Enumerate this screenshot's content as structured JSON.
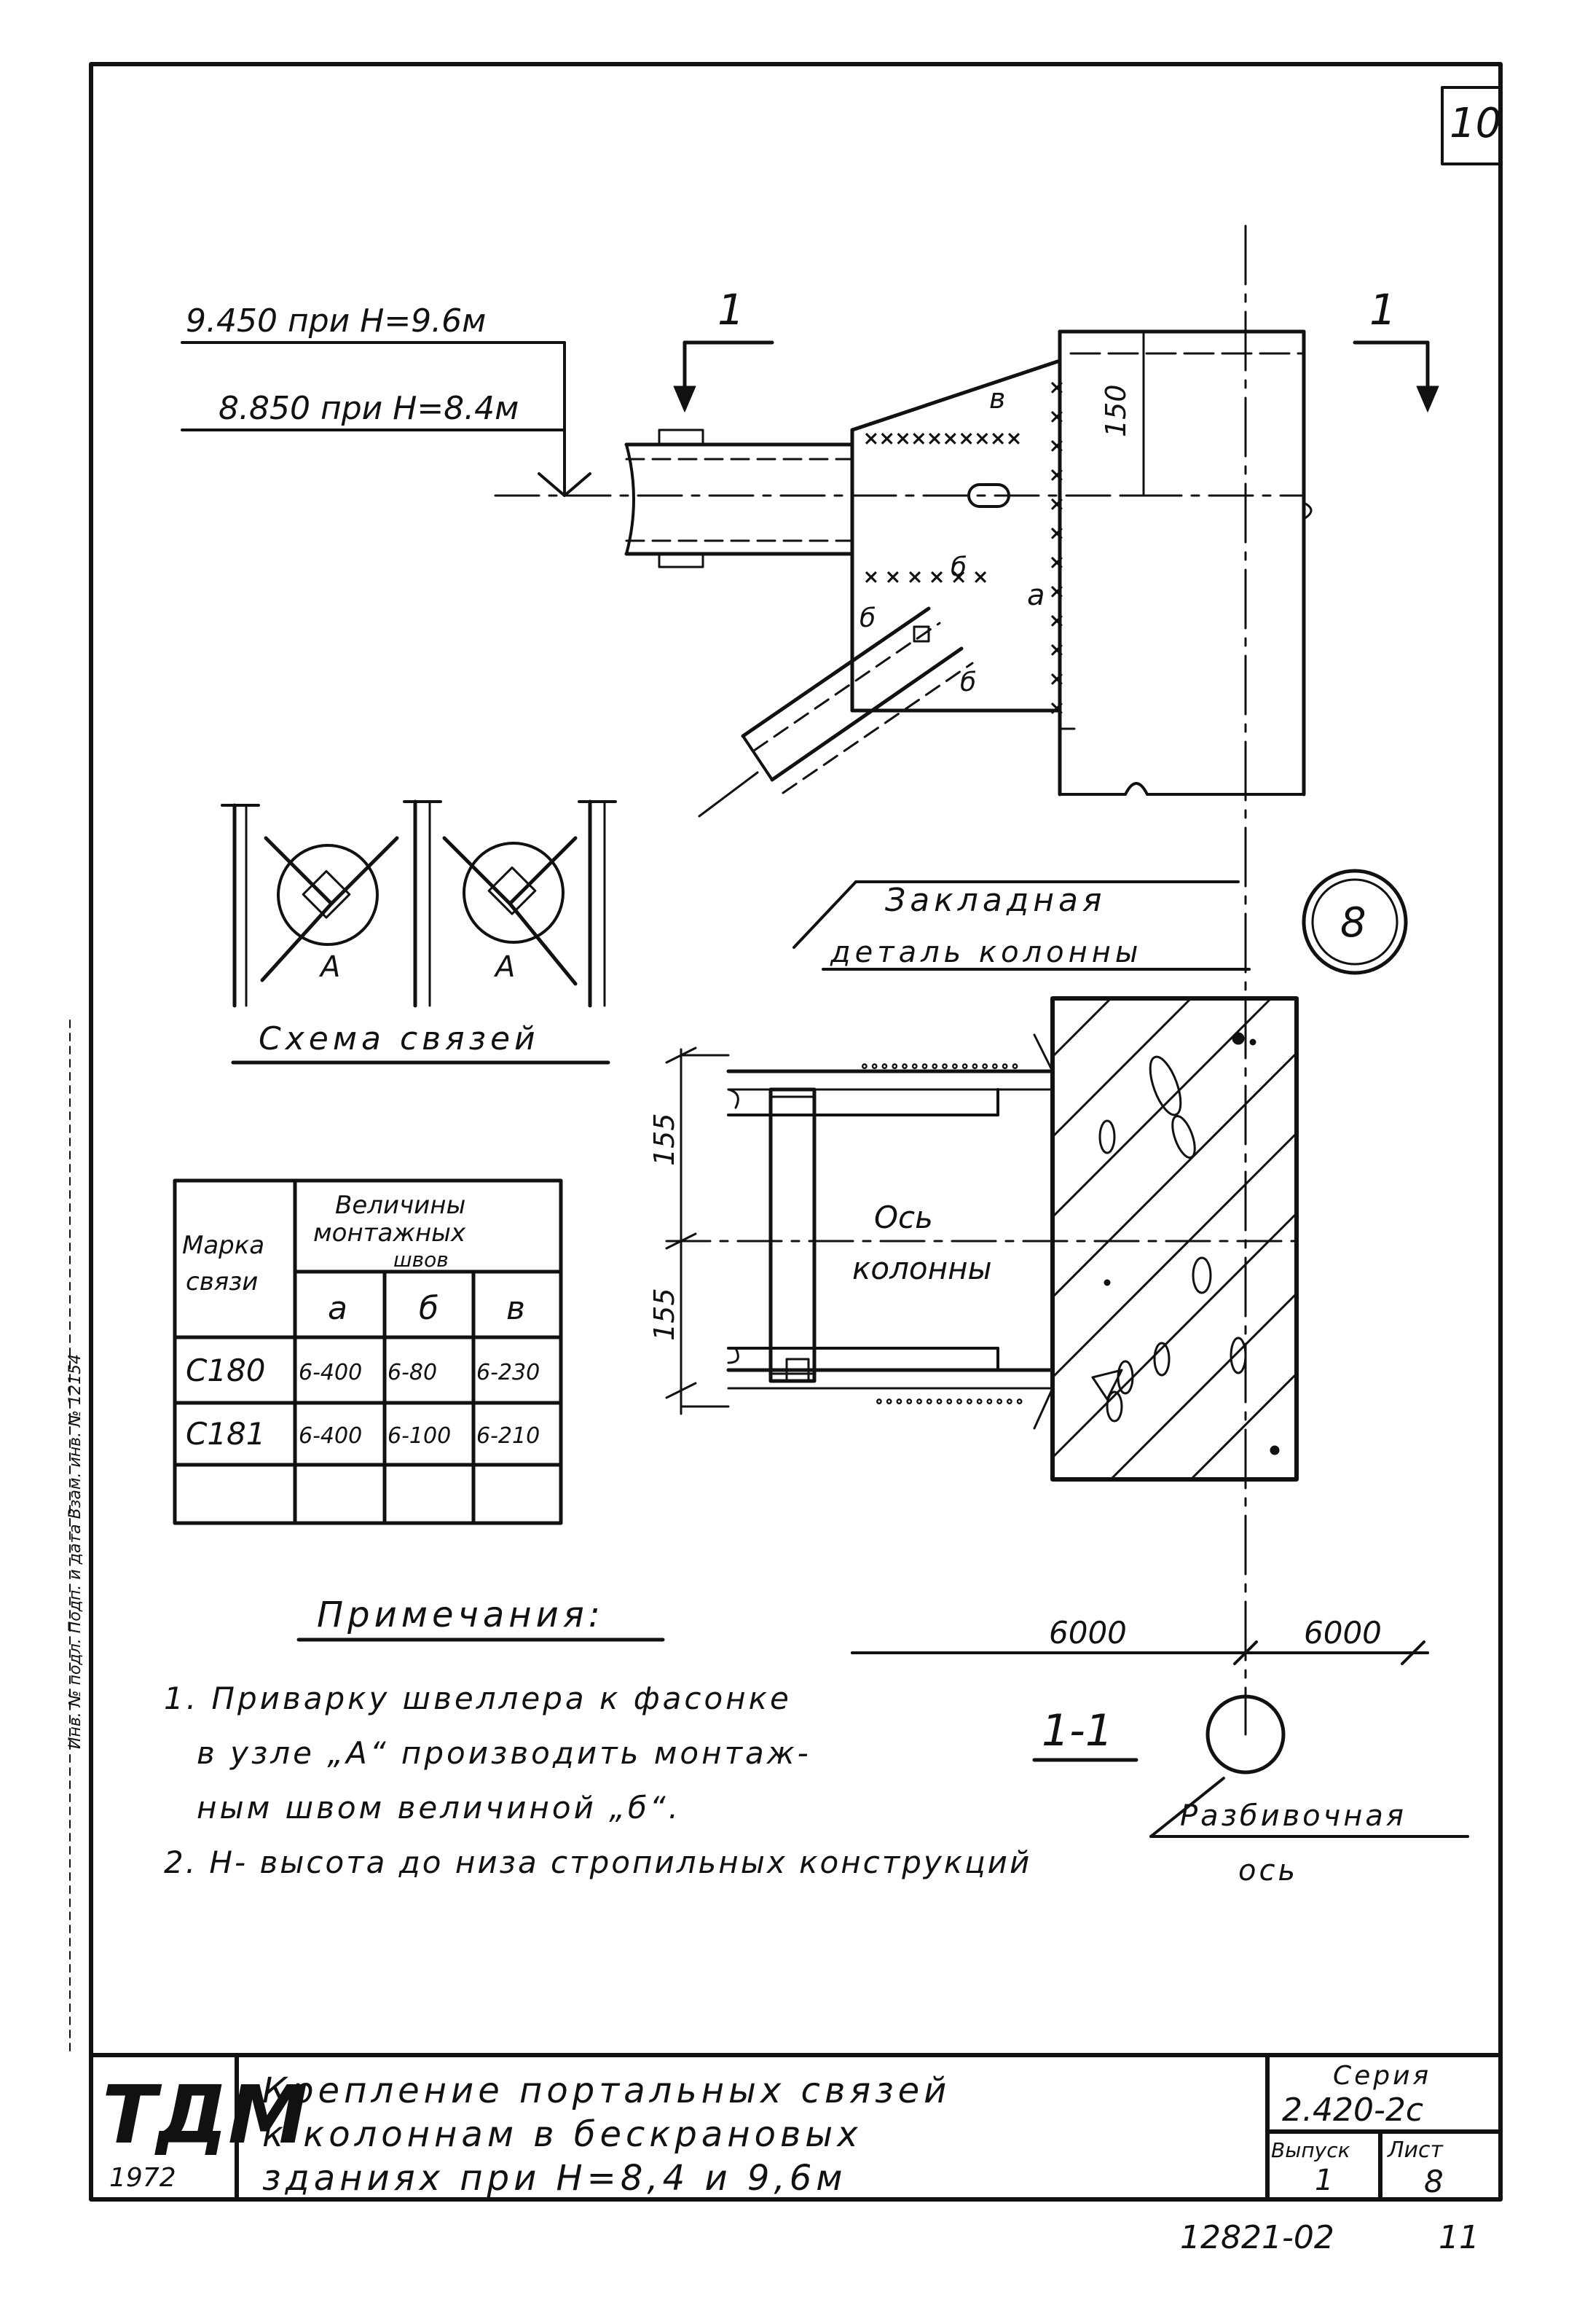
{
  "sheet_number": "10",
  "elevations": {
    "level_1": "9.450 при Н=9.6м",
    "level_2": "8.850 при Н=8.4м"
  },
  "section_marks": {
    "left": "1",
    "right": "1"
  },
  "dimensions": {
    "top_150": "150",
    "upper_155": "155",
    "lower_155": "155",
    "span_left": "6000",
    "span_right": "6000"
  },
  "weld_marks": {
    "v_top": "в",
    "a_side": "а",
    "b_top": "б",
    "b_bottom": "б",
    "b_mid": "б"
  },
  "bracing_scheme": {
    "node_left": "А",
    "node_right": "А",
    "title": "Схема связей"
  },
  "embedded_part_label": {
    "line1": "Закладная",
    "line2": "деталь колонны"
  },
  "detail_number": "8",
  "column_axis": {
    "line1": "Ось",
    "line2": "колонны"
  },
  "weld_table": {
    "header_mark_1": "Марка",
    "header_mark_2": "связи",
    "header_group_1": "Величины",
    "header_group_2": "монтажных",
    "header_group_3": "швов",
    "columns": [
      "а",
      "б",
      "в"
    ],
    "rows": [
      [
        "С180",
        "6-400",
        "6-80",
        "6-230"
      ],
      [
        "С181",
        "6-400",
        "6-100",
        "6-210"
      ],
      [
        "",
        "",
        "",
        ""
      ]
    ]
  },
  "notes": {
    "heading": "Примечания:",
    "item_1_line_1": "1. Приварку швеллера к фасонке",
    "item_1_line_2": "в узле „А“ производить монтаж-",
    "item_1_line_3": "ным швом величиной „б“.",
    "item_2": "2. Н- высота до низа стропильных конструкций"
  },
  "section_label": "1-1",
  "grid_axis": {
    "line1": "Разбивочная",
    "line2": "ось"
  },
  "title_block": {
    "logo": "ТДМ",
    "year": "1972",
    "title_line_1": "Крепление портальных связей",
    "title_line_2": "к колоннам в бескрановых",
    "title_line_3": "зданиях при Н=8,4 и 9,6м",
    "series_label": "Серия",
    "series_value": "2.420-2с",
    "issue_label": "Выпуск",
    "issue_value": "1",
    "sheet_label": "Лист",
    "sheet_value": "8"
  },
  "bottom_code": {
    "code": "12821-02",
    "page": "11"
  },
  "margin_stamp": "Инв. № подл.  Подп. и дата  Взам. инв. №  12154"
}
